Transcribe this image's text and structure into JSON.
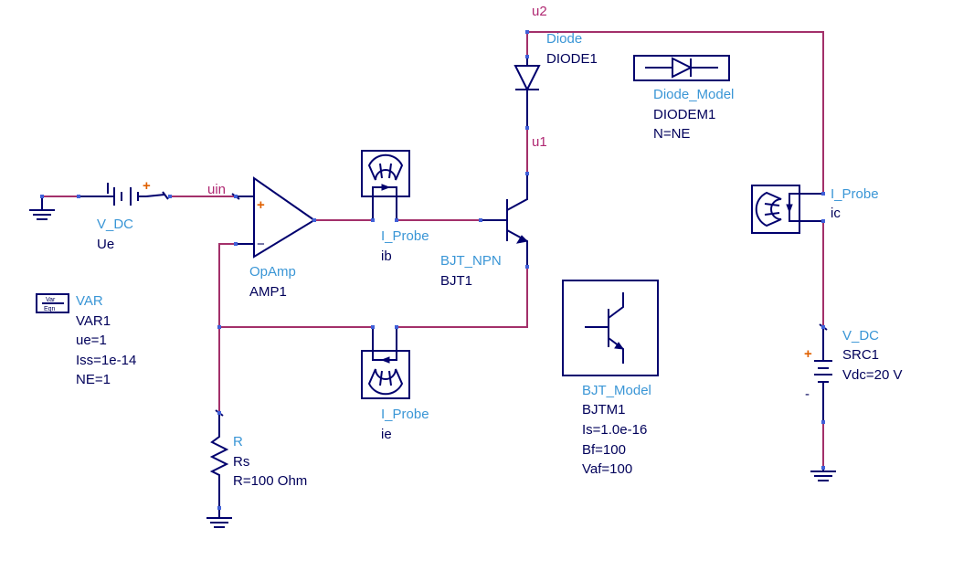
{
  "nets": {
    "u2": "u2",
    "u1": "u1",
    "uin": "uin"
  },
  "components": {
    "vdc_ue": {
      "type": "V_DC",
      "name": "Ue"
    },
    "opamp": {
      "type": "OpAmp",
      "name": "AMP1"
    },
    "iprobe_ib": {
      "type": "I_Probe",
      "name": "ib"
    },
    "iprobe_ie": {
      "type": "I_Probe",
      "name": "ie"
    },
    "iprobe_ic": {
      "type": "I_Probe",
      "name": "ic"
    },
    "bjt": {
      "type": "BJT_NPN",
      "name": "BJT1"
    },
    "diode": {
      "type": "Diode",
      "name": "DIODE1"
    },
    "diode_model": {
      "type": "Diode_Model",
      "name": "DIODEM1",
      "p1": "N=NE"
    },
    "bjt_model": {
      "type": "BJT_Model",
      "name": "BJTM1",
      "p1": "Is=1.0e-16",
      "p2": "Bf=100",
      "p3": "Vaf=100"
    },
    "var": {
      "icon_top": "Var",
      "icon_bottom": "Eqn",
      "type": "VAR",
      "name": "VAR1",
      "p1": "ue=1",
      "p2": "Iss=1e-14",
      "p3": "NE=1"
    },
    "resistor": {
      "type": "R",
      "name": "Rs",
      "p1": "R=100 Ohm"
    },
    "vdc_src1": {
      "type": "V_DC",
      "name": "SRC1",
      "p1": "Vdc=20 V"
    }
  },
  "symbols": {
    "plus": "+",
    "minus": "−",
    "dash": "-"
  },
  "colors": {
    "wire": "#a3306a",
    "component": "#00006e",
    "type_label": "#3a96d6",
    "instance_label": "#00005a",
    "pin": "#4060d8",
    "polarity": "#e06000"
  }
}
